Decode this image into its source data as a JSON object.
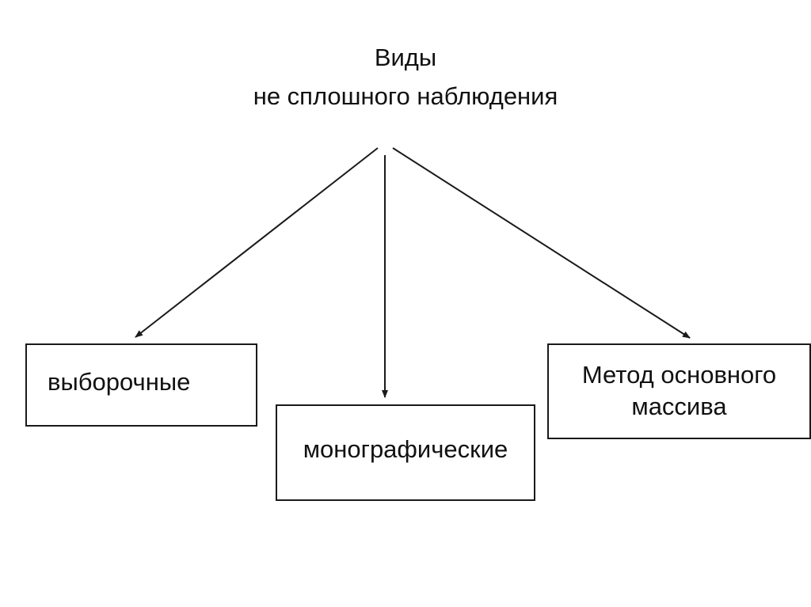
{
  "title": {
    "line1": "Виды",
    "line2": "не сплошного наблюдения"
  },
  "nodes": {
    "sample": {
      "label": "выборочные"
    },
    "monographic": {
      "label": "монографические"
    },
    "main_array": {
      "line1": "Метод основного",
      "line2": "массива"
    }
  },
  "colors": {
    "line": "#1a1a1a",
    "background": "#ffffff",
    "text": "#111111"
  }
}
